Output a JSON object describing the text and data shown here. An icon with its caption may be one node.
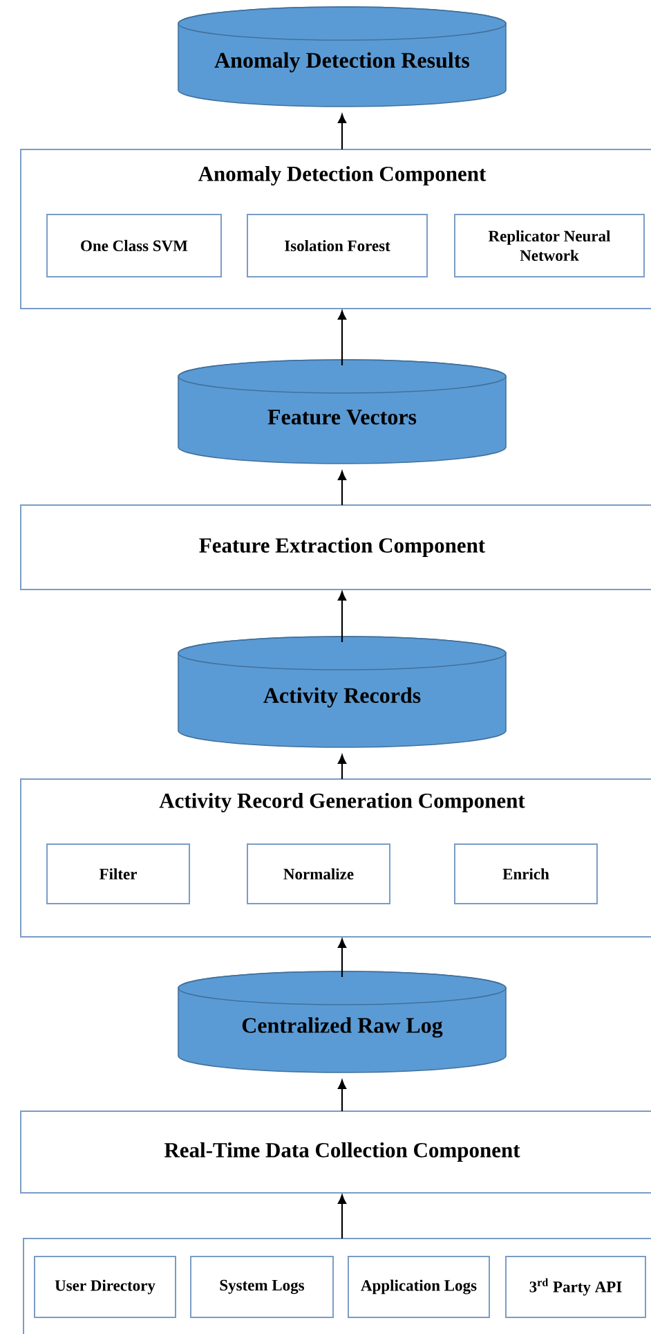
{
  "diagram": {
    "nodes": [
      {
        "text": [
          "Anomaly Detection Results"
        ]
      },
      {
        "text": [
          "Anomaly Detection Component"
        ]
      },
      {
        "text": [
          "One Class SVM"
        ],
        "in": 1
      },
      {
        "text": [
          "Isolation Forest"
        ],
        "in": 1
      },
      {
        "text": [
          "Replicator Neural Network"
        ],
        "in": 1
      },
      {
        "text": [
          "Feature Vectors"
        ]
      },
      {
        "text": [
          "Feature Extraction Component"
        ]
      },
      {
        "text": [
          "Activity Records"
        ]
      },
      {
        "text": [
          "Activity Record Generation Component"
        ]
      },
      {
        "text": [
          "Filter"
        ],
        "in": 8
      },
      {
        "text": [
          "Normalize"
        ],
        "in": 8
      },
      {
        "text": [
          "Enrich"
        ],
        "in": 8
      },
      {
        "text": [
          "Centralized Raw Log"
        ]
      },
      {
        "text": [
          "Real-Time Data Collection Component"
        ]
      },
      {
        "text": [],
        "shape": "box"
      },
      {
        "text": [
          "User Directory"
        ],
        "in": 14
      },
      {
        "text": [
          "System Logs"
        ],
        "in": 14
      },
      {
        "text": [
          "Application Logs"
        ],
        "in": 14
      },
      {
        "text": [
          "3$^{rd}$ Party API"
        ],
        "in": 14
      }
    ],
    "edges": [
      {
        "from": 14,
        "to": 13,
        "arrow": "to"
      },
      {
        "from": 13,
        "to": 12,
        "arrow": "to"
      },
      {
        "from": 12,
        "to": 8,
        "arrow": "to"
      },
      {
        "from": 8,
        "to": 7,
        "arrow": "to"
      },
      {
        "from": 7,
        "to": 6,
        "arrow": "to"
      },
      {
        "from": 6,
        "to": 5,
        "arrow": "to"
      },
      {
        "from": 5,
        "to": 1,
        "arrow": "to"
      },
      {
        "from": 1,
        "to": 0,
        "arrow": "to"
      }
    ]
  }
}
